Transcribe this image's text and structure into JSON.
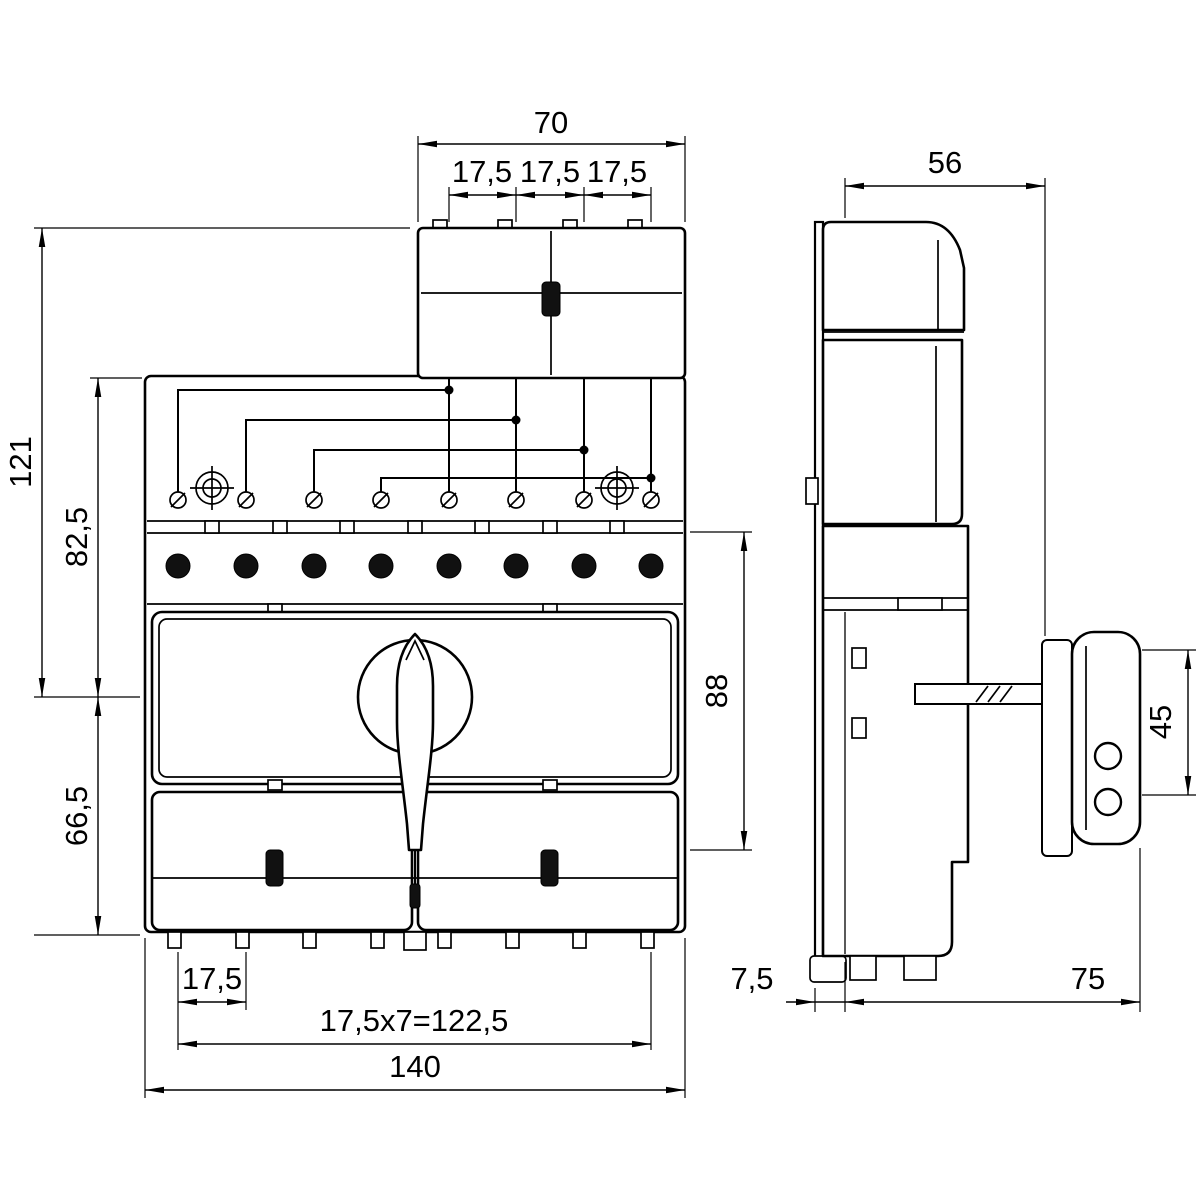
{
  "drawing": {
    "front_view": {
      "dim_top_width": "70",
      "dim_module_1": "17,5",
      "dim_module_2": "17,5",
      "dim_module_3": "17,5",
      "dim_total_height": "121",
      "dim_upper_height": "82,5",
      "dim_lower_height": "66,5",
      "dim_body_height": "88",
      "dim_first_module": "17,5",
      "dim_module_row": "17,5x7=122,5",
      "dim_total_width": "140"
    },
    "side_view": {
      "dim_depth_upper": "56",
      "dim_handle_height": "45",
      "dim_rail_offset": "7,5",
      "dim_depth_lower": "75"
    }
  }
}
